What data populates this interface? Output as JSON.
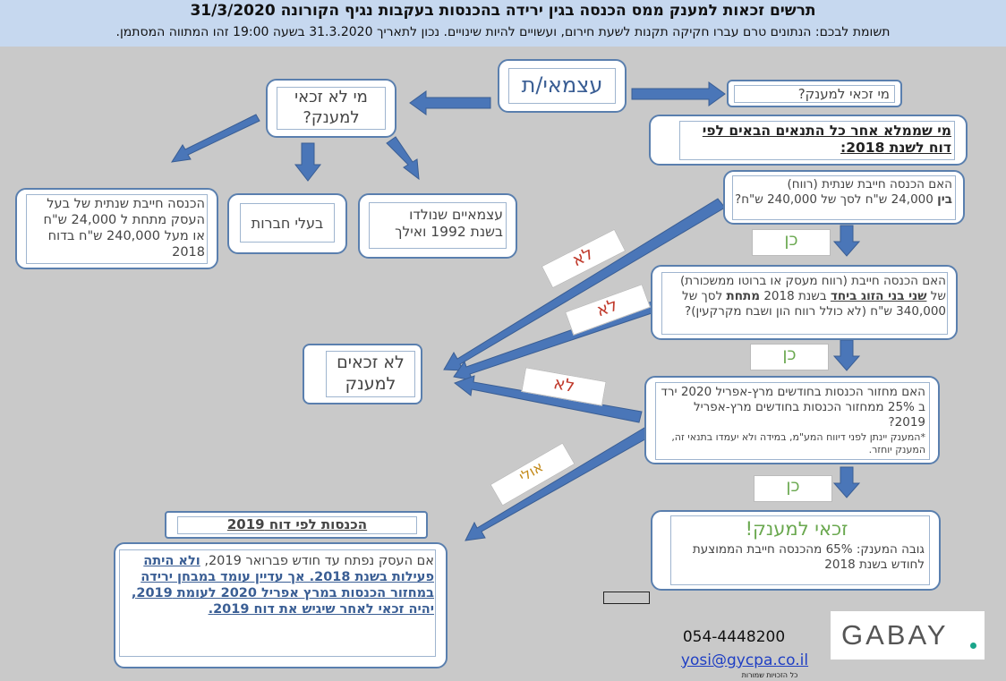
{
  "header": {
    "title": "תרשים זכאות למענק ממס הכנסה בגין ירידה בהכנסות בעקבות נגיף הקורונה 31/3/2020",
    "notice": "תשומת לבכם: הנתונים טרם עברו חקיקה תקנות לשעת חירום, ועשויים להיות שינויים. נכון לתאריך 31.3.2020 בשעה 19:00 זהו המתווה המסתמן."
  },
  "nodes": {
    "self_employed": "עצמאי/ת",
    "who_eligible": "מי זכאי למענק?",
    "who_not_eligible": "מי לא זכאי למענק?",
    "conditions_title": "מי שממלא אחר כל התנאים הבאים לפי דוח לשנת 2018:",
    "born_1992": "עצמאיים שנולדו בשנת 1992 ואילך",
    "company_owners": "בעלי חברות",
    "taxable_income": "הכנסה חייבת שנתית של בעל העסק מתחת ל 24,000 ש\"ח או מעל 240,000 ש\"ח בדוח 2018",
    "q1_a": "האם הכנסה חייבת שנתית (רווח)",
    "q1_b": "בין",
    "q1_c": " 24,000 ש\"ח לסך של 240,000 ש\"ח?",
    "q2_a": "האם הכנסה חייבת (רווח מעסק או ברוטו ממשכורת) של ",
    "q2_b": "שני בני הזוג ביחד",
    "q2_c": " בשנת 2018 ",
    "q2_d": "מתחת",
    "q2_e": " לסך של 340,000 ש\"ח (לא כולל רווח הון ושבח מקרקעין)?",
    "q3": "האם מחזור הכנסות בחודשים מרץ-אפריל 2020 ירד ב 25% ממחזור הכנסות בחודשים מרץ-אפריל 2019?",
    "q3_note": "*המענק יינתן לפני דיווח המע\"מ, במידה ולא יעמדו בתנאי זה, המענק יוחזר.",
    "not_eligible": "לא זכאים למענק",
    "eligible_title": "זכאי למענק!",
    "eligible_amount": "גובה המענק: 65% מהכנסה חייבת הממוצעת לחודש בשנת 2018",
    "income_2019_title": "הכנסות לפי דוח 2019",
    "income_2019_a": "אם העסק נפתח עד חודש פברואר 2019, ",
    "income_2019_b": "ולא היתה פעילות בשנת 2018. אך עדיין עומד במבחן ירידה במחזור הכנסות במרץ אפריל 2020 לעומת 2019, יהיה זכאי לאחר שיגיש את דוח 2019."
  },
  "labels": {
    "yes": "כן",
    "no": "לא",
    "maybe": "אולי"
  },
  "footer": {
    "phone": "054-4448200",
    "email": "yosi@gycpa.co.il",
    "rights": "כל הזכויות שמורות",
    "logo": "GABAY"
  },
  "colors": {
    "header_bg": "#c6d8ef",
    "arrow": "#4a76b8",
    "box_border": "#5a7fae",
    "yes": "#6aa84f",
    "no": "#c0392b",
    "maybe": "#c38a1a",
    "logo_dot": "#1aa58a"
  }
}
